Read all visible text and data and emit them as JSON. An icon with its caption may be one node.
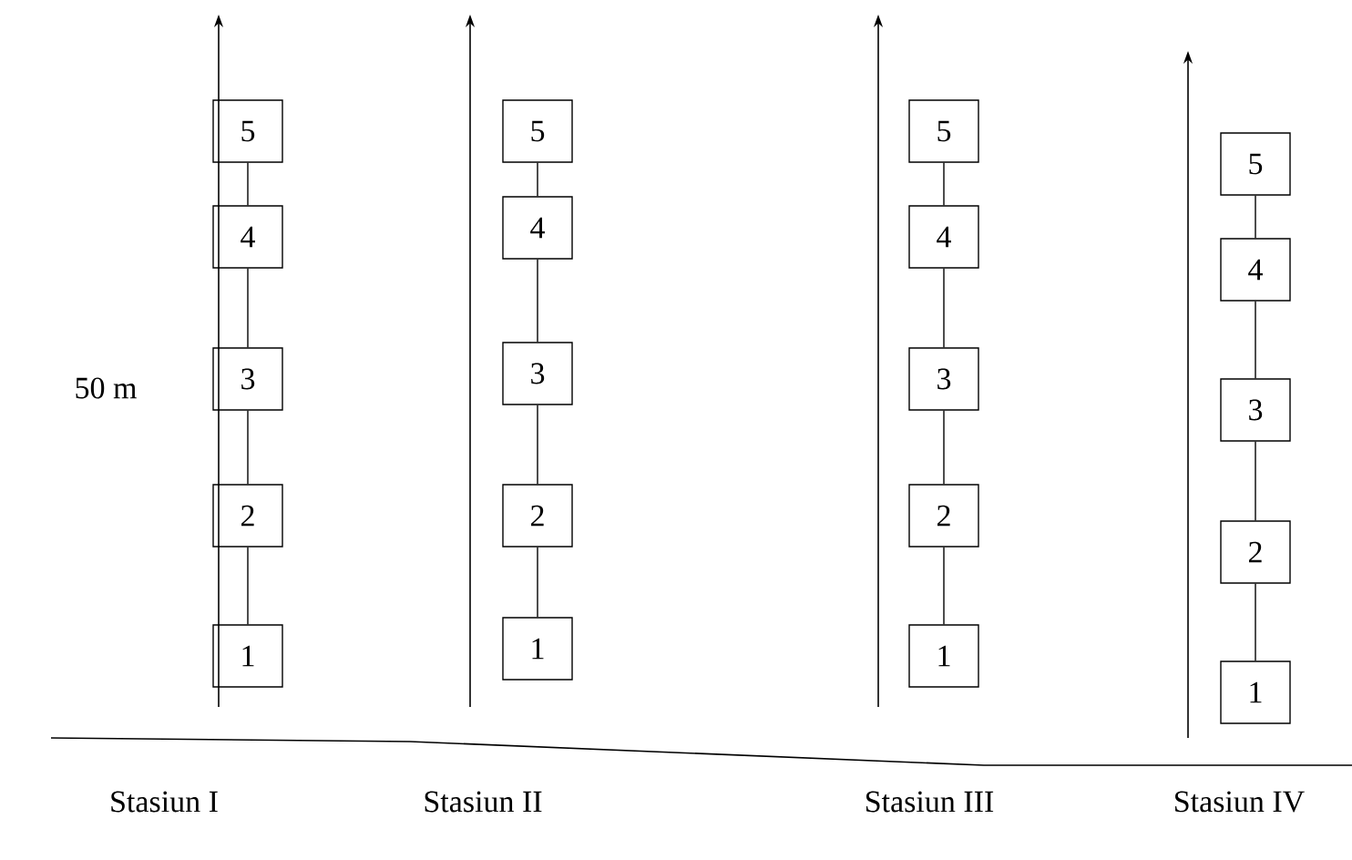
{
  "diagram": {
    "nodes": [
      {
        "text": [
          "5"
        ]
      },
      {
        "text": [
          "4"
        ]
      },
      {
        "text": [
          "3"
        ]
      },
      {
        "text": [
          "2"
        ]
      },
      {
        "text": [
          "1"
        ]
      },
      {
        "text": [
          "5"
        ]
      },
      {
        "text": [
          "4"
        ]
      },
      {
        "text": [
          "3"
        ]
      },
      {
        "text": [
          "2"
        ]
      },
      {
        "text": [
          "1"
        ]
      },
      {
        "text": [
          "5"
        ]
      },
      {
        "text": [
          "4"
        ]
      },
      {
        "text": [
          "3"
        ]
      },
      {
        "text": [
          "2"
        ]
      },
      {
        "text": [
          "1"
        ]
      },
      {
        "text": [
          "5"
        ]
      },
      {
        "text": [
          "4"
        ]
      },
      {
        "text": [
          "3"
        ]
      },
      {
        "text": [
          "2"
        ]
      },
      {
        "text": [
          "1"
        ]
      }
    ],
    "edges": [
      {
        "from": 0,
        "to": 1,
        "arrow": "none"
      },
      {
        "from": 1,
        "to": 2,
        "arrow": "none"
      },
      {
        "from": 2,
        "to": 3,
        "arrow": "none"
      },
      {
        "from": 3,
        "to": 4,
        "arrow": "none"
      },
      {
        "from": 5,
        "to": 6,
        "arrow": "none"
      },
      {
        "from": 6,
        "to": 7,
        "arrow": "none"
      },
      {
        "from": 7,
        "to": 8,
        "arrow": "none"
      },
      {
        "from": 8,
        "to": 9,
        "arrow": "none"
      },
      {
        "from": 10,
        "to": 11,
        "arrow": "none"
      },
      {
        "from": 11,
        "to": 12,
        "arrow": "none"
      },
      {
        "from": 12,
        "to": 13,
        "arrow": "none"
      },
      {
        "from": 13,
        "to": 14,
        "arrow": "none"
      },
      {
        "from": 15,
        "to": 16,
        "arrow": "none"
      },
      {
        "from": 16,
        "to": 17,
        "arrow": "none"
      },
      {
        "from": 17,
        "to": 18,
        "arrow": "none"
      },
      {
        "from": 18,
        "to": 19,
        "arrow": "none"
      }
    ],
    "labels": [
      "50 m",
      "Stasiun I",
      "Stasiun II",
      "Stasiun III",
      "Stasiun IV"
    ]
  }
}
